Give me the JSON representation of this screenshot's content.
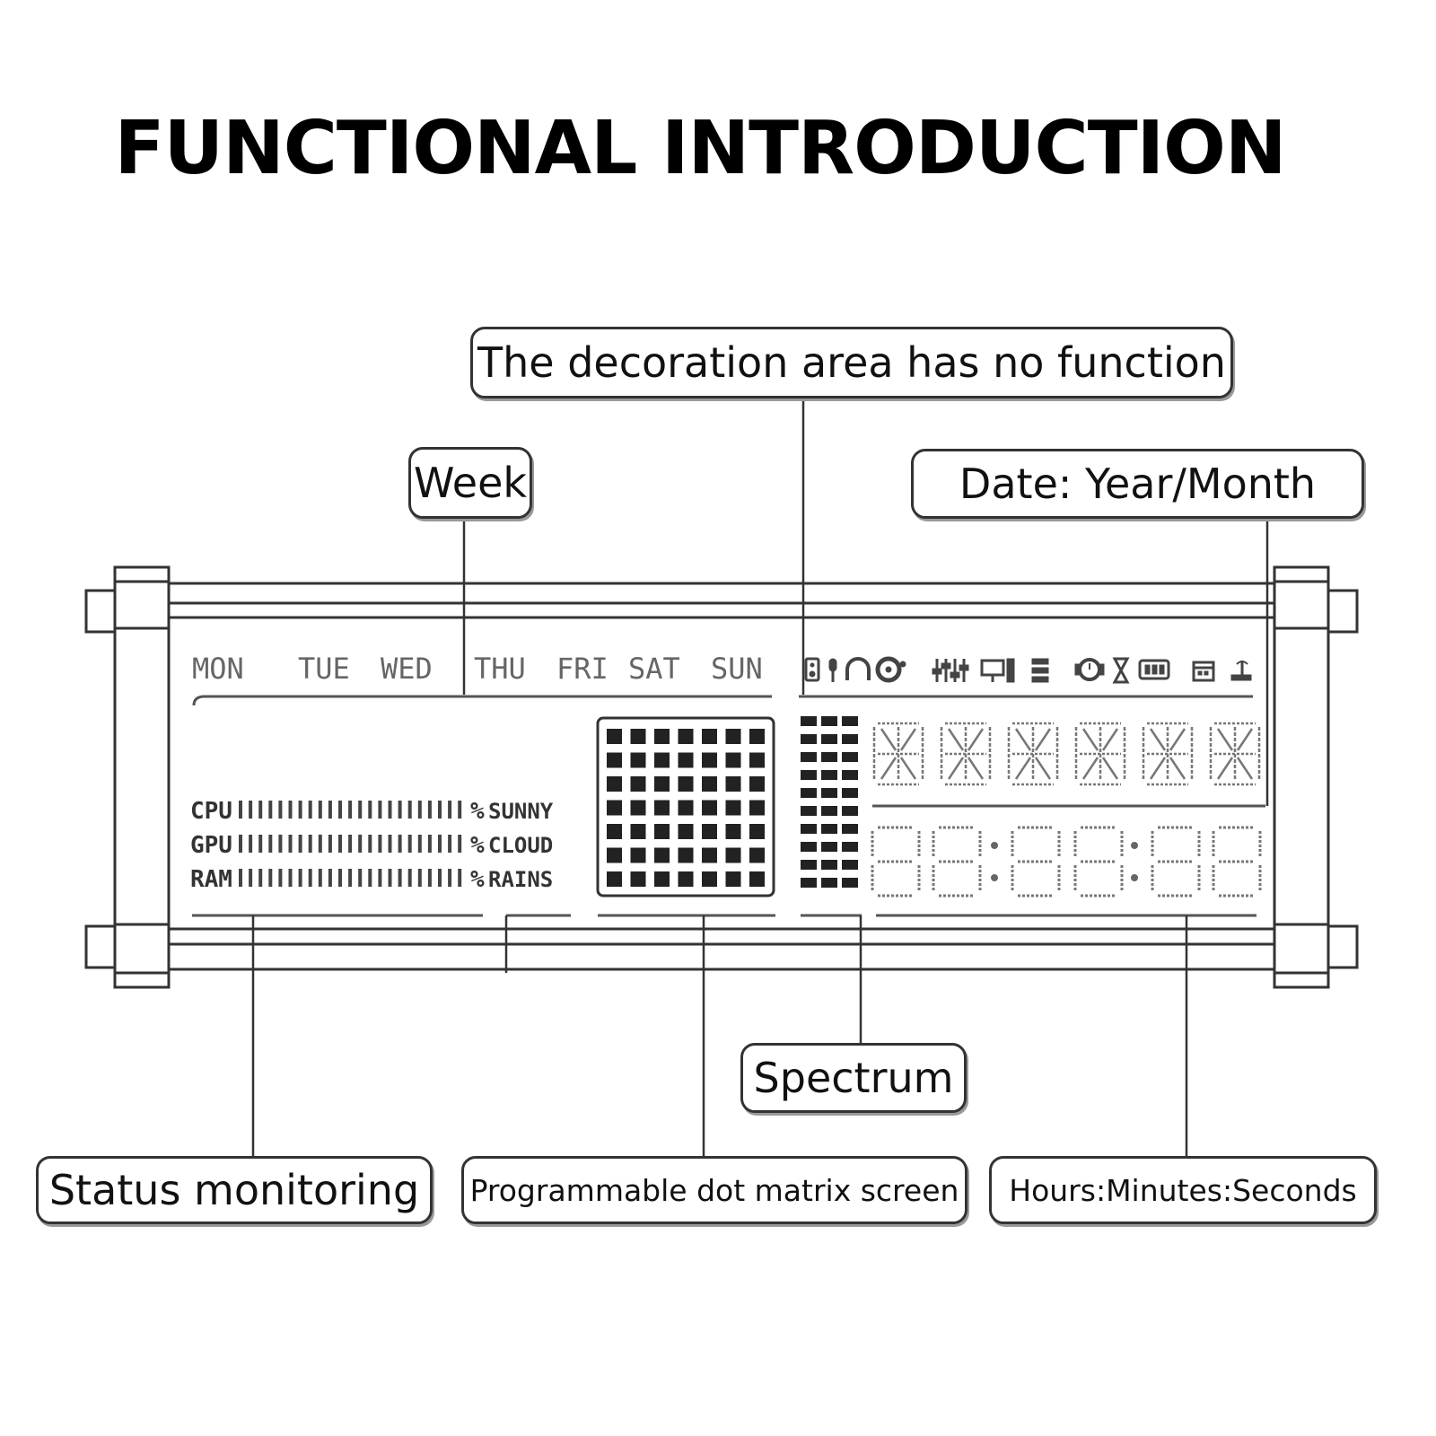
{
  "title": "FUNCTIONAL INTRODUCTION",
  "callouts": {
    "decoration": "The decoration area has no function",
    "week": "Week",
    "date": "Date: Year/Month",
    "spectrum": "Spectrum",
    "status": "Status monitoring",
    "dotmatrix": "Programmable dot matrix screen",
    "time": "Hours:Minutes:Seconds"
  },
  "display": {
    "weekdays": [
      "MON",
      "TUE",
      "WED",
      "THU",
      "FRI",
      "SAT",
      "SUN"
    ],
    "status_rows": [
      {
        "label": "CPU",
        "unit": "%",
        "weather": "SUNNY"
      },
      {
        "label": "GPU",
        "unit": "%",
        "weather": "CLOUD"
      },
      {
        "label": "RAM",
        "unit": "%",
        "weather": "RAINS"
      }
    ],
    "dot_matrix": {
      "rows": 7,
      "cols": 7
    },
    "icons": [
      "speaker-icon",
      "microphone-icon",
      "headphones-icon",
      "disc-icon",
      "equalizer-icon",
      "monitor-icon",
      "server-icon",
      "alarm-clock-icon",
      "hourglass-icon",
      "battery-icon",
      "calendar-icon",
      "signal-icon"
    ]
  },
  "colors": {
    "line": "#333333",
    "lcd": "#666666",
    "background": "#ffffff"
  }
}
